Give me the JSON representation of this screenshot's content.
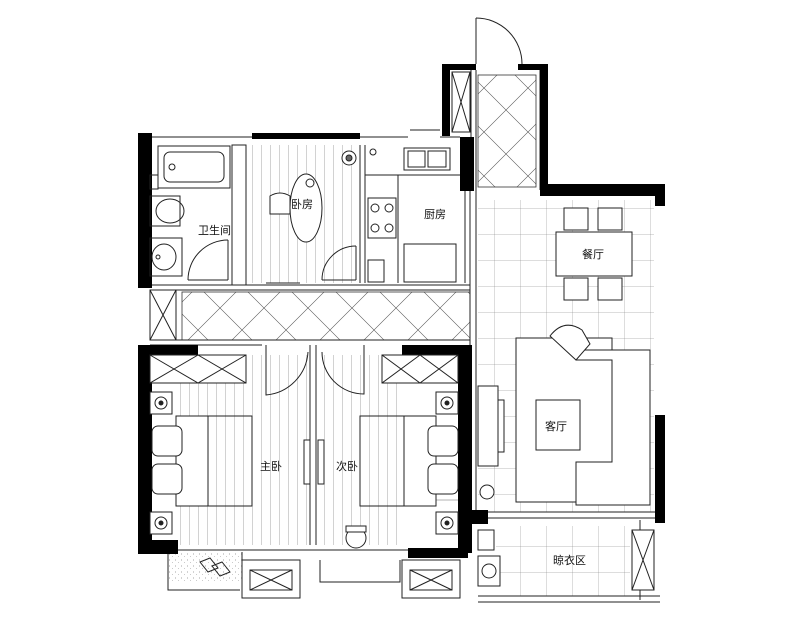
{
  "rooms": {
    "bathroom": "卫生间",
    "study": "卧房",
    "kitchen": "厨房",
    "dining": "餐厅",
    "living": "客厅",
    "master_bedroom": "主卧",
    "second_bedroom": "次卧",
    "laundry": "晾衣区"
  },
  "colors": {
    "wall": "#000000",
    "line": "#222222",
    "hatch": "#555555"
  }
}
